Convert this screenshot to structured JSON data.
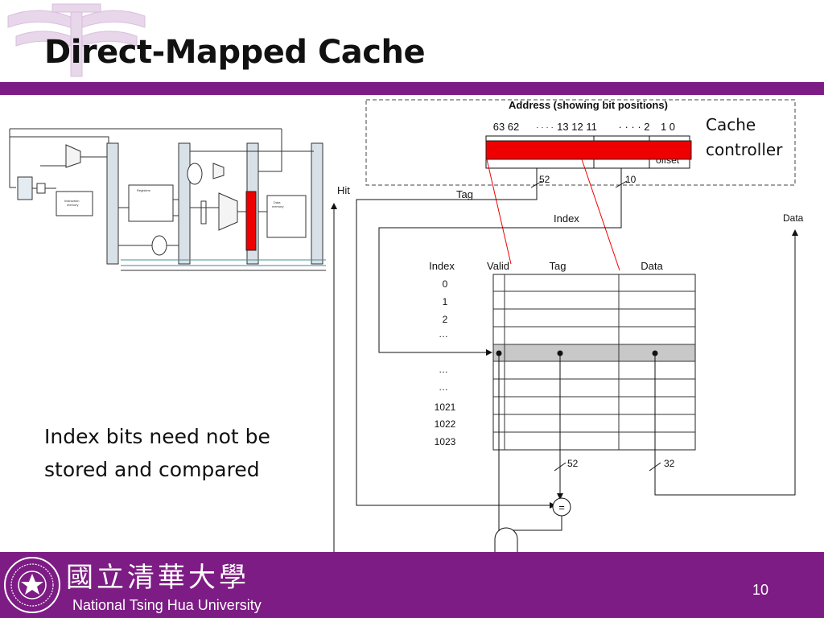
{
  "slide": {
    "title": "Direct-Mapped Cache",
    "body_text": "Index bits need not be stored and compared",
    "controller_label": "Cache controller",
    "page_number": "10"
  },
  "footer": {
    "university_zh": "國立清華大學",
    "university_en": "National Tsing Hua University"
  },
  "diagram": {
    "address_title": "Address (showing bit positions)",
    "bit_positions": [
      "63 62",
      "· · · ·",
      "13 12 11",
      "· · · · 2",
      "1 0"
    ],
    "offset_label": "offset",
    "tag_width": "52",
    "index_width": "10",
    "tag_label": "Tag",
    "index_label": "Index",
    "hit_label": "Hit",
    "data_label": "Data",
    "table_headers": [
      "Index",
      "Valid",
      "Tag",
      "Data"
    ],
    "table_indices": [
      "0",
      "1",
      "2",
      "…",
      "…",
      "…",
      "1021",
      "1022",
      "1023"
    ],
    "tag_out_width": "52",
    "data_out_width": "32",
    "comparator_symbol": "="
  },
  "colors": {
    "brand_purple": "#7d1c84",
    "highlight_red": "#ee0000",
    "selected_row": "#c8c8c8"
  }
}
